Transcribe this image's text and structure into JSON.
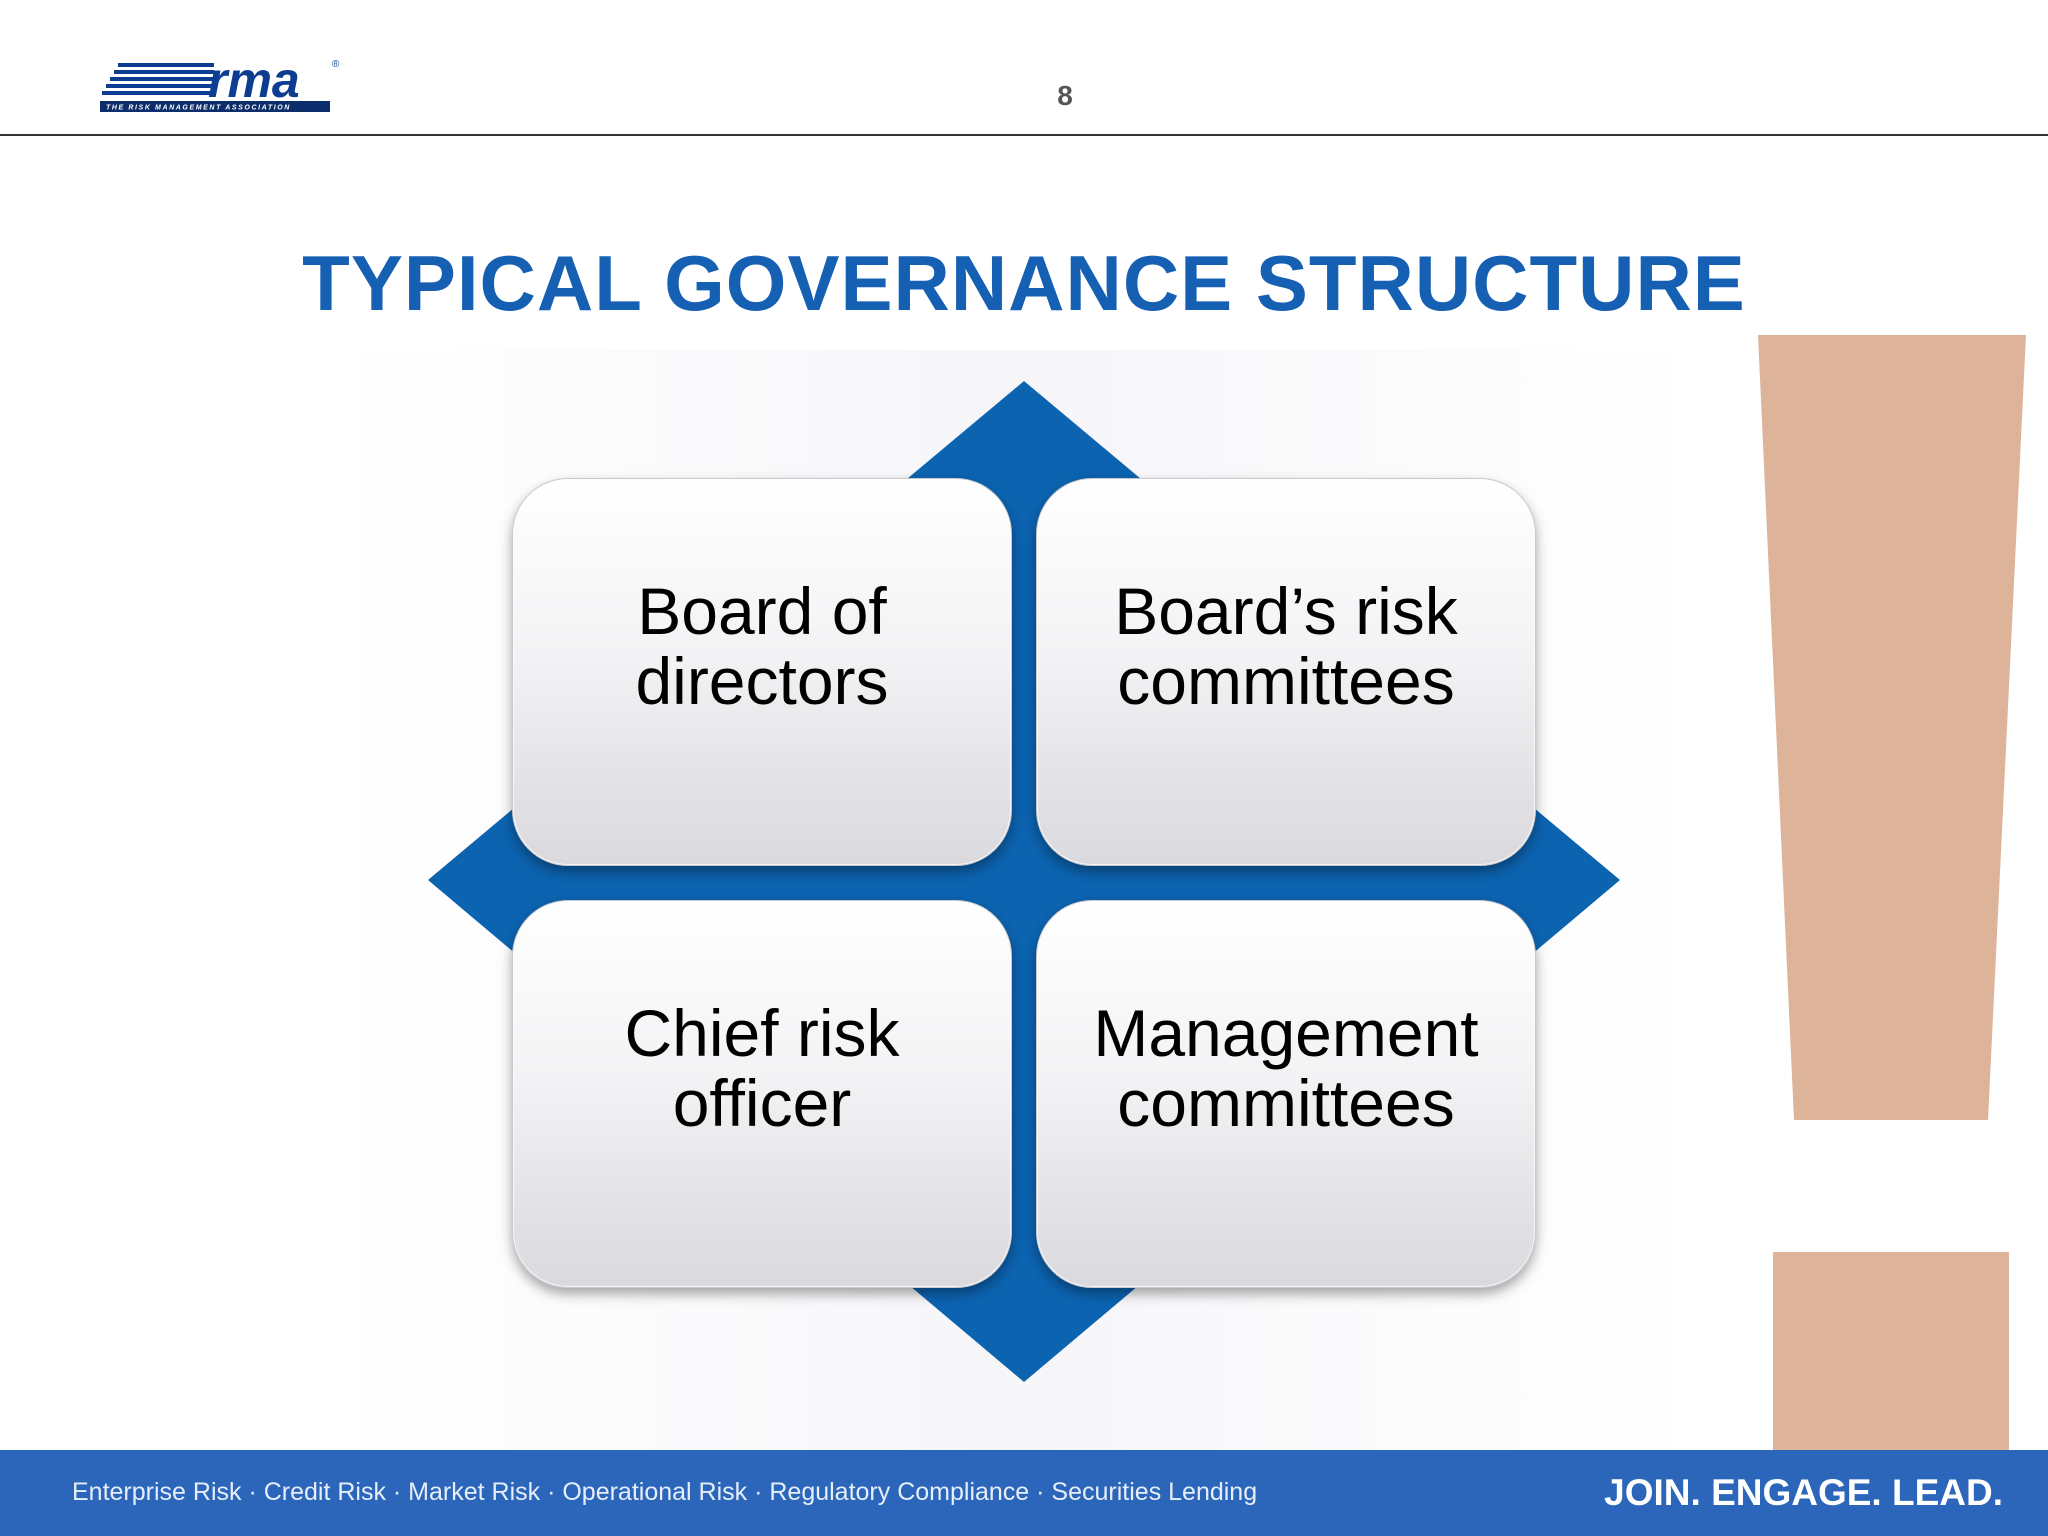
{
  "header": {
    "logo": {
      "wordmark": "rma",
      "tagline": "THE RISK MANAGEMENT ASSOCIATION",
      "registered_mark": "®"
    },
    "page_number": "8"
  },
  "title": "TYPICAL GOVERNANCE STRUCTURE",
  "diagram": {
    "quadrants": [
      {
        "label": "Board of directors"
      },
      {
        "label": "Board’s risk committees"
      },
      {
        "label": "Chief risk officer"
      },
      {
        "label": "Management committees"
      }
    ]
  },
  "footer": {
    "topics": "Enterprise Risk · Credit Risk · Market Risk · Operational Risk · Regulatory Compliance · Securities Lending",
    "slogan": "JOIN. ENGAGE. LEAD."
  },
  "colors": {
    "title_blue": "#1660b3",
    "diamond_blue": "#0c63b0",
    "footer_blue": "#2b66ba",
    "exclamation_tan": "#ddb49a"
  }
}
